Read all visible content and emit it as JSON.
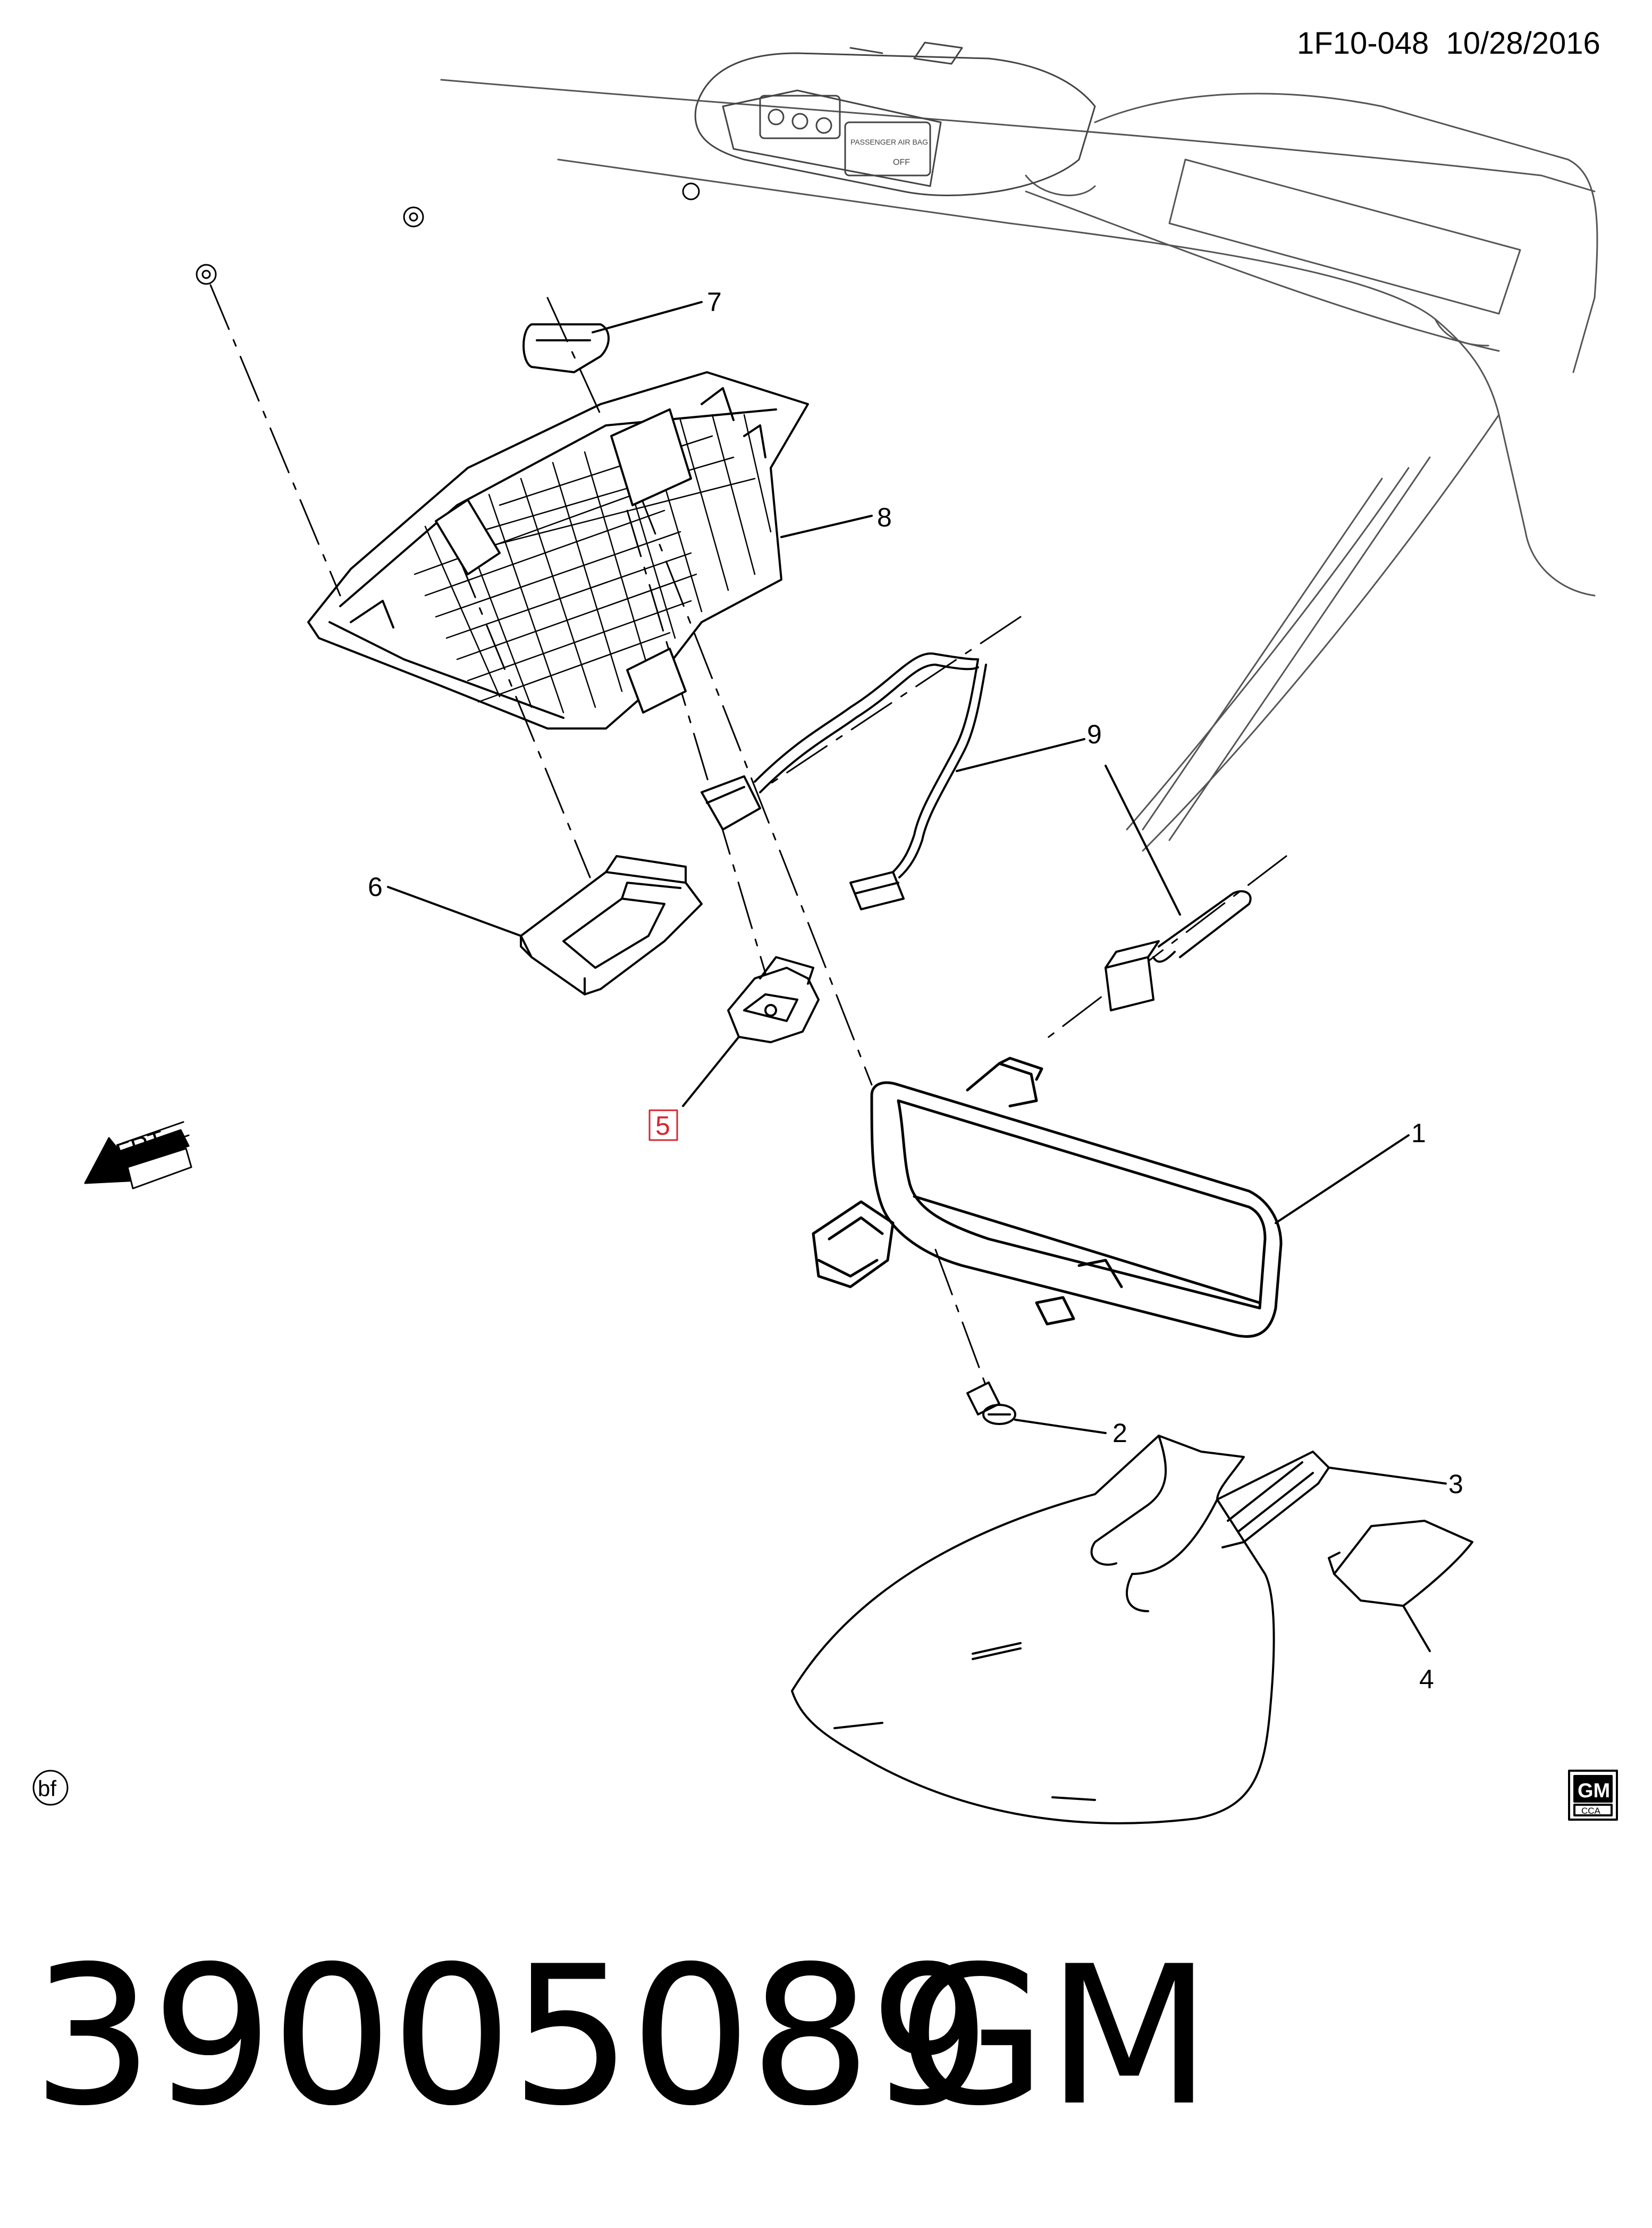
{
  "header": {
    "diagram_code": "1F10-048",
    "date": "10/28/2016"
  },
  "callouts": [
    {
      "id": "1",
      "label": "1",
      "highlighted": false
    },
    {
      "id": "2",
      "label": "2",
      "highlighted": false
    },
    {
      "id": "3",
      "label": "3",
      "highlighted": false
    },
    {
      "id": "4",
      "label": "4",
      "highlighted": false
    },
    {
      "id": "5",
      "label": "5",
      "highlighted": true
    },
    {
      "id": "6",
      "label": "6",
      "highlighted": false
    },
    {
      "id": "7",
      "label": "7",
      "highlighted": false
    },
    {
      "id": "8",
      "label": "8",
      "highlighted": false
    },
    {
      "id": "9",
      "label": "9",
      "highlighted": false
    }
  ],
  "direction_marker": {
    "label": "FRT",
    "icon": "front-arrow-icon"
  },
  "view_marker": {
    "label": "bf"
  },
  "logo": {
    "top": "GM",
    "bottom": "CCA"
  },
  "overhead_console": {
    "airbag_label": "PASSENGER AIR BAG",
    "off_label": "OFF"
  },
  "footer": {
    "part_number": "39005089",
    "brand": "GM"
  },
  "colors": {
    "line": "#000000",
    "highlight": "#d9252f",
    "background": "#ffffff"
  }
}
